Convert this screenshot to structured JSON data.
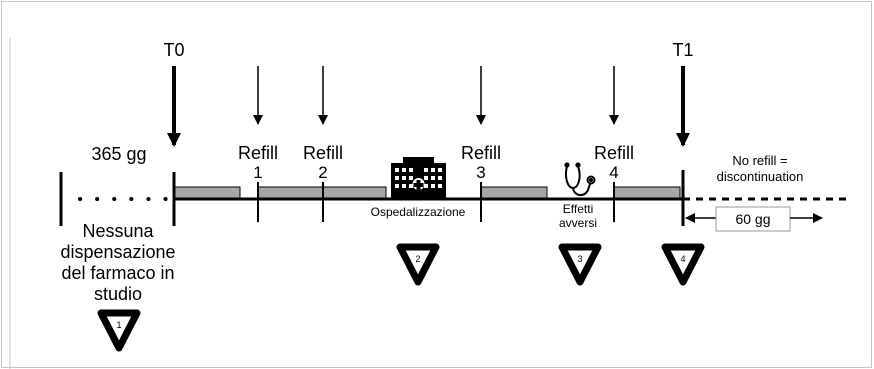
{
  "timepoints": {
    "start": "T0",
    "end": "T1"
  },
  "lookback_label": "365 gg",
  "no_dispensation_lines": [
    "Nessuna",
    "dispensazione",
    "del farmaco in",
    "studio"
  ],
  "refills": [
    {
      "label": "Refill",
      "number": "1"
    },
    {
      "label": "Refill",
      "number": "2"
    },
    {
      "label": "Refill",
      "number": "3"
    },
    {
      "label": "Refill",
      "number": "4"
    }
  ],
  "events": {
    "hospitalization": "Ospedalizzazione",
    "adverse_effects_lines": [
      "Effetti",
      "avversi"
    ]
  },
  "discontinuation_lines": [
    "No refill =",
    "discontinuation"
  ],
  "grace_period": "60 gg",
  "markers": [
    "1",
    "2",
    "3",
    "4"
  ],
  "icons": {
    "hospital": "hospital-icon",
    "stethoscope": "stethoscope-icon"
  },
  "colors": {
    "bar_fill": "#a6a6a6",
    "line": "#000000",
    "frame": "#b0b0b0"
  }
}
